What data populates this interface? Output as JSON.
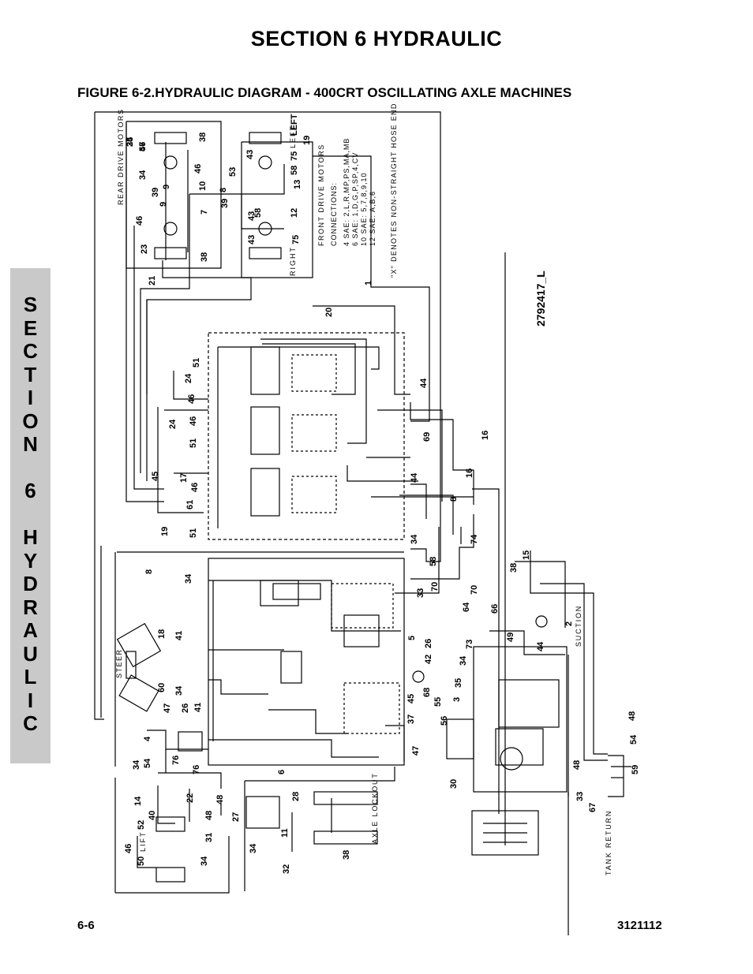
{
  "header": {
    "section_title": "SECTION 6    HYDRAULIC",
    "figure_title": "FIGURE 6-2.HYDRAULIC DIAGRAM - 400CRT OSCILLATING AXLE MACHINES"
  },
  "side_tab": {
    "letters": [
      "S",
      "E",
      "C",
      "T",
      "I",
      "O",
      "N",
      "",
      "6",
      "",
      "H",
      "Y",
      "D",
      "R",
      "A",
      "U",
      "L",
      "I",
      "C"
    ]
  },
  "footer": {
    "page_number": "6-6",
    "doc_number": "3121112"
  },
  "diagram": {
    "drawing_number": "2792417_L",
    "labels": {
      "rear_drive_motors": "REAR DRIVE MOTORS",
      "front_drive_motors": "FRONT DRIVE MOTORS",
      "left": "LEFT",
      "right": "RIGHT",
      "connections": "CONNECTIONS:",
      "conn_1": "4 SAE: 2,L,R,MP,PS,MA,MB",
      "conn_2": "6 SAE: 1,D,G,P,SP,4,CV",
      "conn_3": "10 SAE: 5,7,8,9,10",
      "conn_4": "12 SAE: A,B,6",
      "hose_note": "\"X\" DENOTES NON-STRAIGHT HOSE END",
      "steer": "STEER",
      "lift": "LIFT",
      "axle_lockout": "AXLE LOCKOUT",
      "suction": "SUCTION",
      "tank_return": "TANK RETURN"
    },
    "callouts": [
      "25",
      "46",
      "38",
      "34",
      "46",
      "9",
      "10",
      "39",
      "9",
      "7",
      "46",
      "39",
      "23",
      "38",
      "8",
      "53",
      "43",
      "75",
      "LEFT",
      "19",
      "43",
      "58",
      "13",
      "58",
      "12",
      "43",
      "75",
      "1",
      "21",
      "20",
      "51",
      "24",
      "46",
      "24",
      "46",
      "51",
      "44",
      "16",
      "69",
      "45",
      "17",
      "61",
      "46",
      "16",
      "44",
      "19",
      "51",
      "8",
      "74",
      "34",
      "8",
      "34",
      "58",
      "33",
      "70",
      "38",
      "15",
      "70",
      "66",
      "64",
      "2",
      "49",
      "44",
      "18",
      "41",
      "26",
      "42",
      "5",
      "73",
      "34",
      "35",
      "3",
      "60",
      "34",
      "41",
      "26",
      "47",
      "55",
      "56",
      "45",
      "68",
      "37",
      "4",
      "47",
      "76",
      "34",
      "76",
      "54",
      "48",
      "54",
      "59",
      "48",
      "40",
      "22",
      "6",
      "14",
      "28",
      "48",
      "11",
      "52",
      "27",
      "34",
      "30",
      "33",
      "67",
      "46",
      "50",
      "31",
      "34",
      "32",
      "38",
      "48",
      "34",
      "57"
    ]
  }
}
